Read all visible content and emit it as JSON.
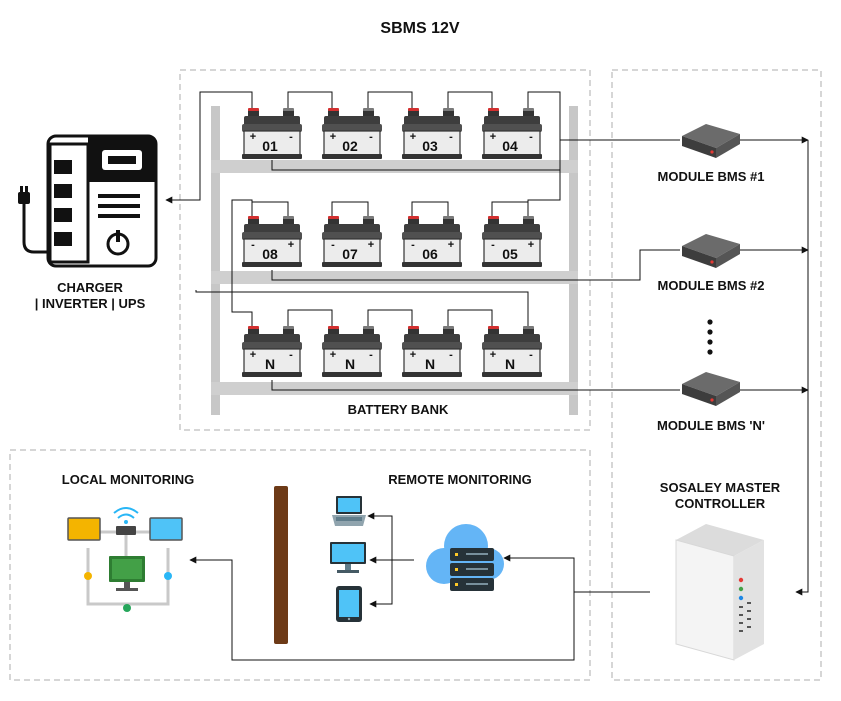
{
  "title": "SBMS 12V",
  "charger": {
    "label_line1": "CHARGER",
    "label_line2": "| INVERTER | UPS"
  },
  "battery_bank": {
    "label": "BATTERY BANK",
    "rows": [
      {
        "cells": [
          {
            "label": "01",
            "left_terminal": "+",
            "right_terminal": "-"
          },
          {
            "label": "02",
            "left_terminal": "+",
            "right_terminal": "-"
          },
          {
            "label": "03",
            "left_terminal": "+",
            "right_terminal": "-"
          },
          {
            "label": "04",
            "left_terminal": "+",
            "right_terminal": "-"
          }
        ]
      },
      {
        "cells": [
          {
            "label": "08",
            "left_terminal": "-",
            "right_terminal": "+"
          },
          {
            "label": "07",
            "left_terminal": "-",
            "right_terminal": "+"
          },
          {
            "label": "06",
            "left_terminal": "-",
            "right_terminal": "+"
          },
          {
            "label": "05",
            "left_terminal": "-",
            "right_terminal": "+"
          }
        ]
      },
      {
        "cells": [
          {
            "label": "N",
            "left_terminal": "+",
            "right_terminal": "-"
          },
          {
            "label": "N",
            "left_terminal": "+",
            "right_terminal": "-"
          },
          {
            "label": "N",
            "left_terminal": "+",
            "right_terminal": "-"
          },
          {
            "label": "N",
            "left_terminal": "+",
            "right_terminal": "-"
          }
        ]
      }
    ]
  },
  "modules": [
    {
      "label": "MODULE BMS #1"
    },
    {
      "label": "MODULE BMS #2"
    },
    {
      "label": "MODULE BMS 'N'"
    }
  ],
  "master": {
    "label_line1": "SOSALEY MASTER",
    "label_line2": "CONTROLLER"
  },
  "local_monitoring": {
    "label": "LOCAL MONITORING"
  },
  "remote_monitoring": {
    "label": "REMOTE MONITORING"
  }
}
